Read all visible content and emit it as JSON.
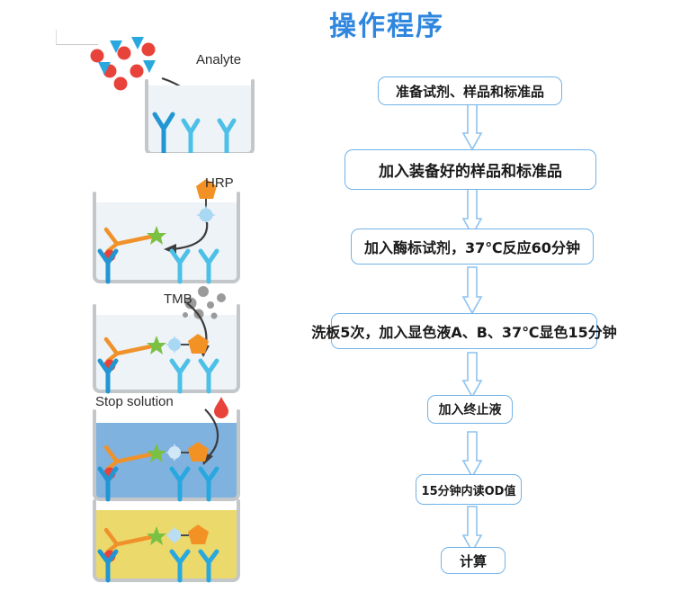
{
  "page": {
    "title": "操作程序",
    "title_color": "#2e86de",
    "background": "#ffffff"
  },
  "illustration": {
    "name": "elisa-sandwich-assay-steps",
    "panels": [
      {
        "id": "panel-analyte",
        "label": "Analyte",
        "liquid_color": "#eef3f7",
        "has_curved_arrow": true,
        "particles": {
          "circle_color": "#e8433a",
          "triangle_color": "#29a8e0",
          "circles": 6,
          "triangles": 4
        }
      },
      {
        "id": "panel-hrp",
        "label": "HRP",
        "liquid_color": "#eef3f7",
        "has_curved_arrow": true,
        "pentagon_color": "#f39224",
        "star_color": "#a9d8f2"
      },
      {
        "id": "panel-tmb",
        "label": "TMB",
        "liquid_color": "#eef3f7",
        "has_curved_arrow": true,
        "dot_color": "#9a9a9a",
        "dots": 7
      },
      {
        "id": "panel-stop-solution",
        "label": "Stop solution",
        "liquid_color": "#7fb2de",
        "has_curved_arrow": true,
        "droplet_color": "#e8433a"
      },
      {
        "id": "panel-result",
        "label": "",
        "liquid_color": "#ebd96b",
        "has_curved_arrow": false
      }
    ],
    "colors": {
      "capture_antibody": "#2196d3",
      "capture_antibody_light": "#4dc0e8",
      "detection_antibody": "#f0922b",
      "analyte_dot": "#e8433a",
      "green_star": "#7ac143",
      "enzyme": "#f39224",
      "well_wall": "#c3c7ca"
    }
  },
  "flowchart": {
    "name": "elisa-procedure-flowchart",
    "border_color": "#73b3e7",
    "arrow_color": "#8ec2ee",
    "steps": [
      {
        "id": "step-1",
        "text": "准备试剂、样品和标准品"
      },
      {
        "id": "step-2",
        "text": "加入装备好的样品和标准品"
      },
      {
        "id": "step-3",
        "text": "加入酶标试剂，37℃反应60分钟"
      },
      {
        "id": "step-4",
        "text": "洗板5次，加入显色液A、B、37℃显色15分钟"
      },
      {
        "id": "step-5",
        "text": "加入终止液"
      },
      {
        "id": "step-6",
        "text": "15分钟内读OD值"
      },
      {
        "id": "step-7",
        "text": "计算"
      }
    ]
  }
}
